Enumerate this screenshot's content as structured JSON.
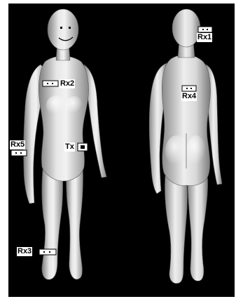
{
  "colors": {
    "backdrop": "#000000",
    "body_light": "#f4f4f4",
    "body_mid": "#c4c4c4",
    "body_dark": "#7a7a7a",
    "sensor_fill": "#ffffff",
    "sensor_edge": "#000000"
  },
  "figures": [
    "front-view",
    "back-view"
  ],
  "markers": {
    "rx1": {
      "label": "Rx1",
      "icon": "sensor-node-icon"
    },
    "rx2": {
      "label": "Rx2",
      "icon": "sensor-node-icon"
    },
    "rx3": {
      "label": "Rx3",
      "icon": "sensor-node-icon"
    },
    "rx4": {
      "label": "Rx4",
      "icon": "sensor-node-icon"
    },
    "rx5": {
      "label": "Rx5",
      "icon": "sensor-node-icon"
    },
    "tx": {
      "label": "Tx",
      "icon": "transmitter-node-icon"
    }
  }
}
